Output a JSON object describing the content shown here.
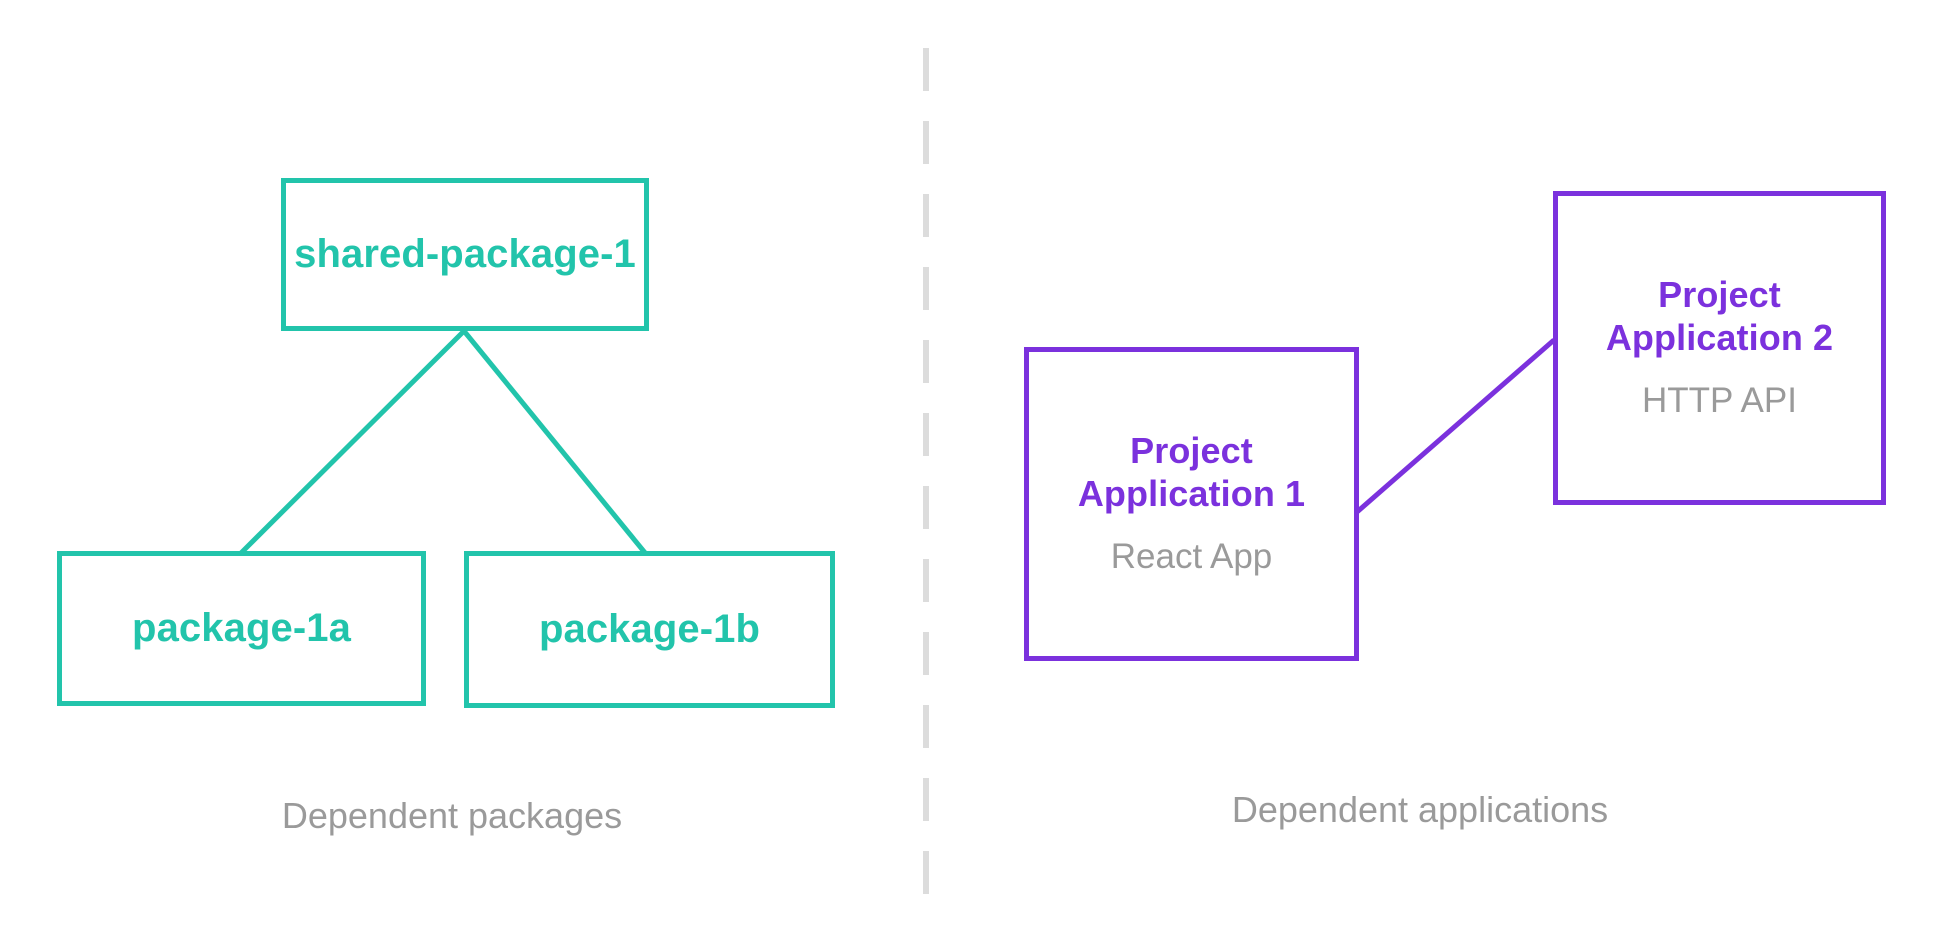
{
  "diagram": {
    "background": "#ffffff",
    "palette": {
      "teal": "#22c4ab",
      "purple": "#7b31dd",
      "gray": "#9a9a9a",
      "divider": "#dcdcdc"
    },
    "left_group": {
      "caption": "Dependent packages",
      "nodes": [
        {
          "id": "shared-package-1",
          "title": "shared-package-1",
          "subtitle": ""
        },
        {
          "id": "package-1a",
          "title": "package-1a",
          "subtitle": ""
        },
        {
          "id": "package-1b",
          "title": "package-1b",
          "subtitle": ""
        }
      ],
      "edges": [
        {
          "from": "shared-package-1",
          "to": "package-1a"
        },
        {
          "from": "shared-package-1",
          "to": "package-1b"
        }
      ]
    },
    "right_group": {
      "caption": "Dependent applications",
      "nodes": [
        {
          "id": "project-application-1",
          "title": "Project\nApplication 1",
          "subtitle": "React App"
        },
        {
          "id": "project-application-2",
          "title": "Project\nApplication 2",
          "subtitle": "HTTP API"
        }
      ],
      "edges": [
        {
          "from": "project-application-1",
          "to": "project-application-2"
        }
      ]
    },
    "divider": {
      "orientation": "vertical",
      "style": "dashed"
    }
  }
}
